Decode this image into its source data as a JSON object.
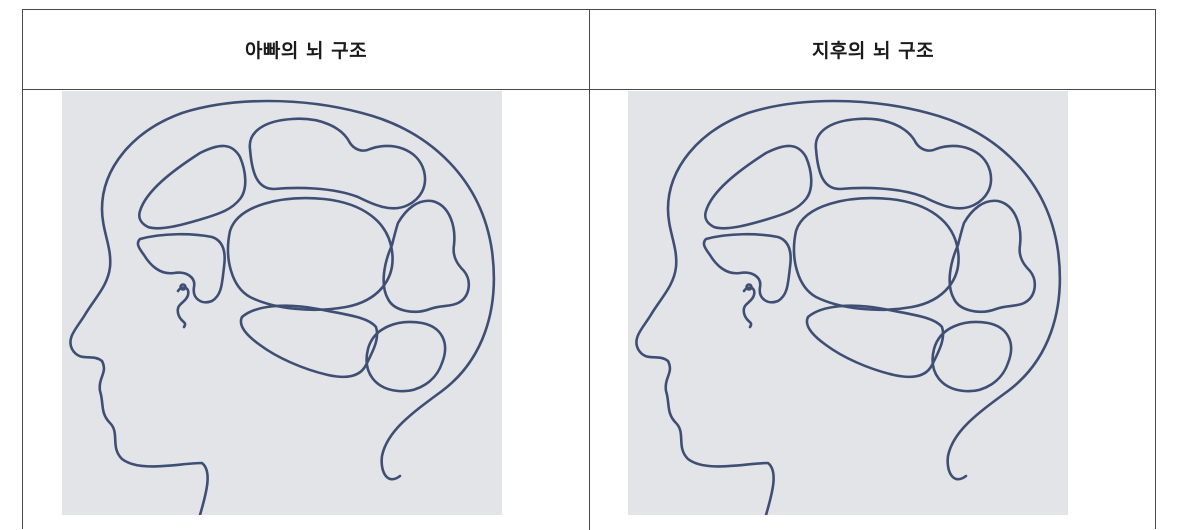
{
  "table": {
    "columns": [
      {
        "header": "아빠의 뇌 구조",
        "image": "head-profile-brain-diagram"
      },
      {
        "header": "지후의 뇌 구조",
        "image": "head-profile-brain-diagram"
      }
    ]
  },
  "colors": {
    "outline": "#3f4f74",
    "image_background": "#e3e4e8",
    "border": "#4a4a4a"
  }
}
